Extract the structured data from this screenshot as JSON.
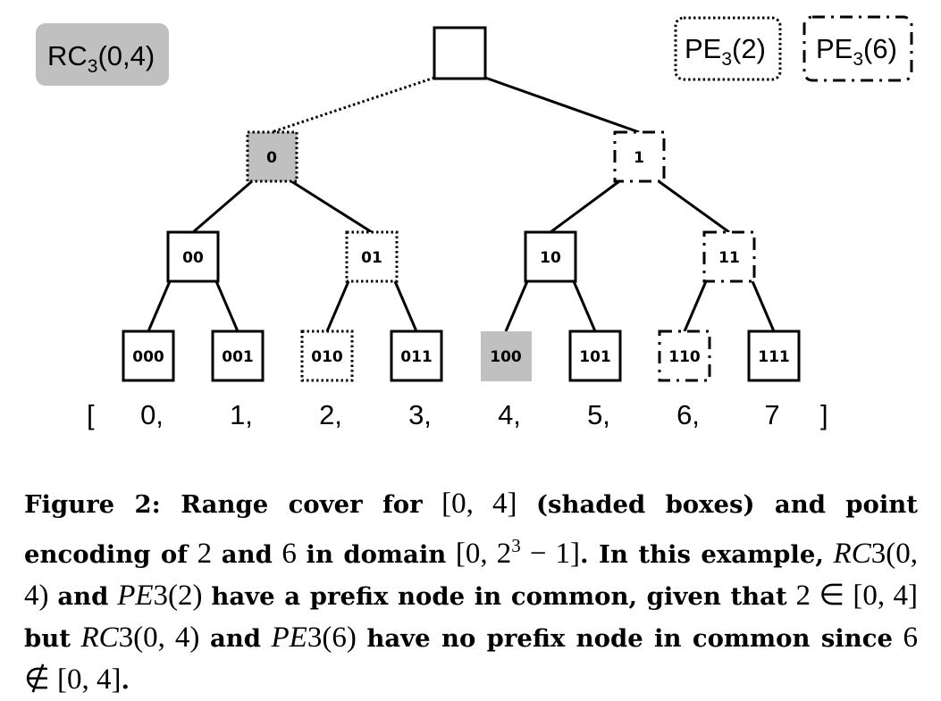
{
  "legend": {
    "range_cover": {
      "base": "RC",
      "sub": "3",
      "args": "(0,4)",
      "fill": "#c0c0c0"
    },
    "pe2": {
      "base": "PE",
      "sub": "3",
      "args": "(2)"
    },
    "pe6": {
      "base": "PE",
      "sub": "3",
      "args": "(6)"
    }
  },
  "tree": {
    "root": "",
    "level1": [
      "0",
      "1"
    ],
    "level2": [
      "00",
      "01",
      "10",
      "11"
    ],
    "leaves": [
      "000",
      "001",
      "010",
      "011",
      "100",
      "101",
      "110",
      "111"
    ]
  },
  "domain": {
    "open": "[",
    "values": [
      "0,",
      "1,",
      "2,",
      "3,",
      "4,",
      "5,",
      "6,",
      "7"
    ],
    "close": "]"
  },
  "colors": {
    "shaded": "#c0c0c0",
    "stroke": "#000000"
  },
  "caption": {
    "label": "Figure 2:",
    "t1": "Range cover for",
    "m1": "[0, 4]",
    "t2": "(shaded boxes) and point encoding of",
    "m2": "2",
    "t3": "and",
    "m3": "6",
    "t4": "in domain",
    "m4a": "[0, 2",
    "m4sup": "3",
    "m4b": "− 1]",
    "t5": ". In this example,",
    "rc": "RC",
    "rc_sub": "3",
    "rc_args": "(0, 4)",
    "t6": "and",
    "pe": "PE",
    "pe_sub": "3",
    "pe2_args": "(2)",
    "t7": "have a prefix node in common, given that",
    "m5": "2 ∈ [0, 4]",
    "t8": "but",
    "rc2": "RC",
    "rc2_sub": "3",
    "rc2_args": "(0, 4)",
    "t9": "and",
    "pe_b": "PE",
    "pe_b_sub": "3",
    "pe6_args": "(6)",
    "t10": "have no prefix node in common since",
    "m6": "6 ∉ [0, 4]",
    "t11": "."
  }
}
